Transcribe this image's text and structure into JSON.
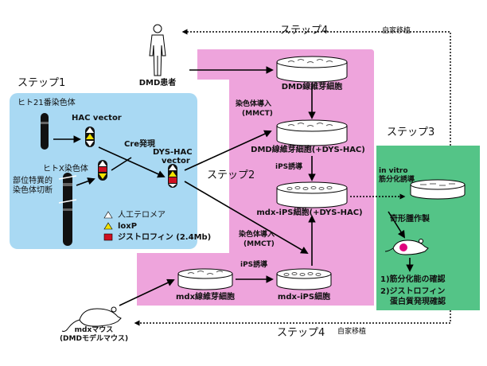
{
  "steps": {
    "step1": "ステップ1",
    "step2": "ステップ2",
    "step3": "ステップ3",
    "step4_top": "ステップ4",
    "step4_bottom": "ステップ4"
  },
  "transplant": {
    "top": "自家移植",
    "bottom": "自家移植"
  },
  "step1": {
    "chr21": "ヒト21番染色体",
    "chrx": "ヒトX染色体",
    "partial_cut_line1": "部位特異的",
    "partial_cut_line2": "染色体切断",
    "hac_vector": "HAC vector",
    "cre": "Cre発現",
    "dys_hac_line1": "DYS-HAC",
    "dys_hac_line2": "vector"
  },
  "legend": {
    "telomere": "人工テロメア",
    "loxp": "loxP",
    "dystrophin": "ジストロフィン (2.4Mb)"
  },
  "patient": {
    "label": "DMD患者"
  },
  "step2": {
    "dmd_fibroblast": "DMD線維芽細胞",
    "chromosome_transfer_top_line1": "染色体導入",
    "chromosome_transfer_top_line2": "(MMCT)",
    "dmd_fibroblast_dys": "DMD線維芽細胞(+DYS-HAC)",
    "ips_induction_1": "iPS誘導",
    "mdx_ips_dys": "mdx-iPS細胞(+DYS-HAC)",
    "chromosome_transfer_bottom_line1": "染色体導入",
    "chromosome_transfer_bottom_line2": "(MMCT)",
    "ips_induction_2": "iPS誘導",
    "mdx_fibroblast": "mdx線維芽細胞",
    "mdx_ips": "mdx-iPS細胞"
  },
  "mouse": {
    "line1": "mdxマウス",
    "line2": "(DMDモデルマウス)"
  },
  "step3": {
    "in_vitro": "in vitro",
    "muscle_induction": "筋分化誘導",
    "teratoma": "奇形腫作製",
    "check1": "1)筋分化能の確認",
    "check2_line1": "2)ジストロフィン",
    "check2_line2": "蛋白質発現確認"
  },
  "colors": {
    "step1_bg": "#a9d9f3",
    "step2_bg": "#eea4dc",
    "step3_bg": "#54c487",
    "legend_triangle": "#ffffff",
    "loxp": "#f2e300",
    "dystrophin": "#cf1020"
  }
}
